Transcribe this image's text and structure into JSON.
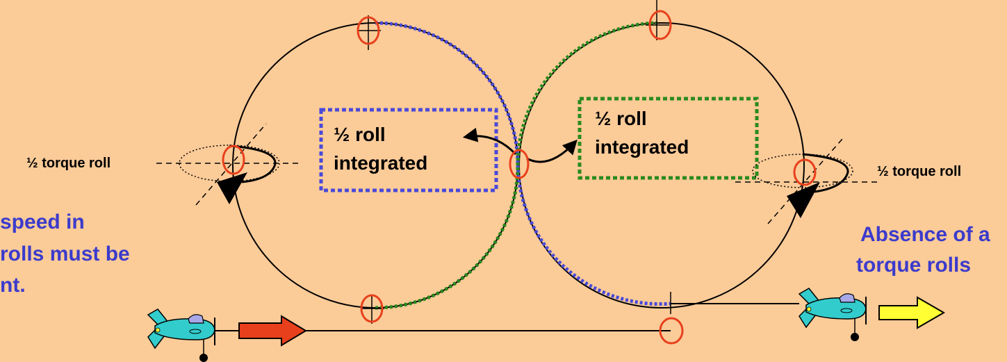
{
  "labels": {
    "left_torque_roll": "½ torque roll",
    "right_torque_roll": "½ torque roll",
    "left_box_line1": "½ roll",
    "left_box_line2": "integrated",
    "right_box_line1": "½ roll",
    "right_box_line2": "integrated",
    "left_note_line1": "speed in",
    "left_note_line2": "rolls must be",
    "left_note_line3": "nt.",
    "right_note_line1": "Absence of a",
    "right_note_line2": "torque rolls"
  },
  "colors": {
    "background": "#fbcb98",
    "circle_line": "#000000",
    "marker": "#e8401c",
    "blue_dotted": "#4a4ad8",
    "green_dotted": "#2a8a1e",
    "note_text": "#3b3bcc",
    "entry_arrow": "#e8401c",
    "exit_arrow": "#ffff33",
    "plane_body": "#33cccc"
  },
  "icons": [
    "airplane-icon",
    "arrow-right-icon",
    "check-marker-icon"
  ]
}
